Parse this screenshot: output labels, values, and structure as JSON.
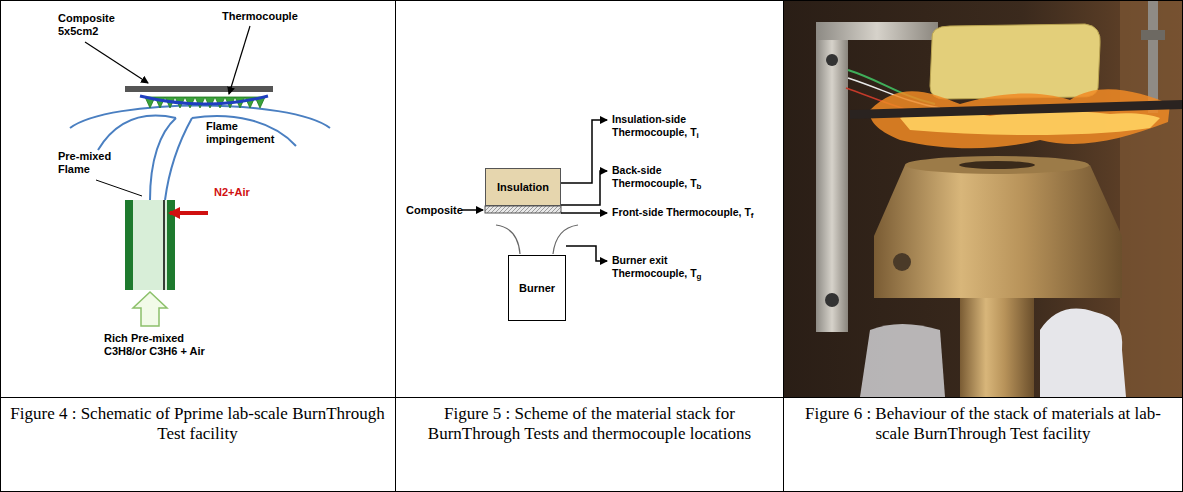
{
  "diagram": {
    "nodes": [
      {
        "text": [
          "Insulation"
        ]
      },
      {
        "text": [
          "Burner"
        ]
      }
    ],
    "labels": [
      "Composite 5x5cm2",
      "Thermocouple",
      "Flame impingement",
      "Pre-mixed Flame",
      "N2+Air",
      "Rich Pre-mixed C3H8/or C3H6 + Air",
      "Insulation-side Thermocouple, Ti",
      "Back-side Thermocouple, Tb",
      "Front-side Thermocouple, Tf",
      "Burner exit Thermocouple, Tg",
      "Composite",
      "Figure 4 : Schematic of Pprime lab-scale BurnThrough Test facility",
      "Figure 5 : Scheme of the material stack for BurnThrough Tests and thermocouple locations",
      "Figure 6 : Behaviour of the stack of materials at lab-scale BurnThrough Test facility"
    ]
  }
}
